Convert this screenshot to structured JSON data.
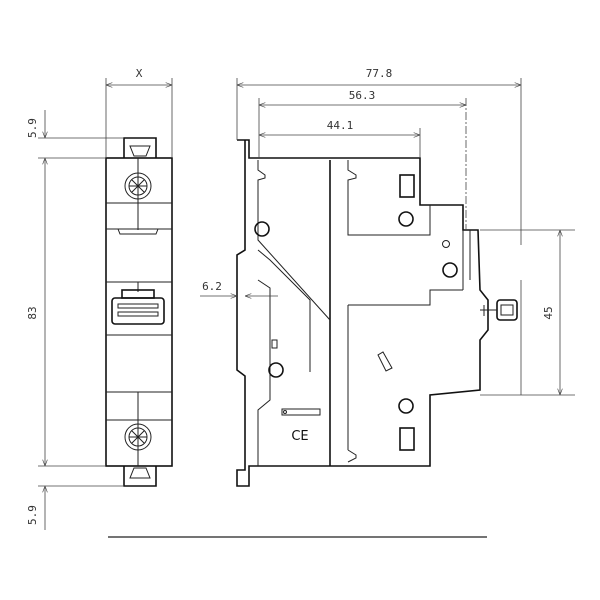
{
  "drawing": {
    "title": "Circuit breaker dimensional drawing",
    "dimensions": {
      "width_front": "X",
      "overall_depth": "77.8",
      "depth_mid": "56.3",
      "depth_front": "44.1",
      "din_offset": "6.2",
      "clip_top": "5.9",
      "height": "83",
      "clip_bottom": "5.9",
      "toggle_height": "45"
    },
    "marking": "CE"
  }
}
